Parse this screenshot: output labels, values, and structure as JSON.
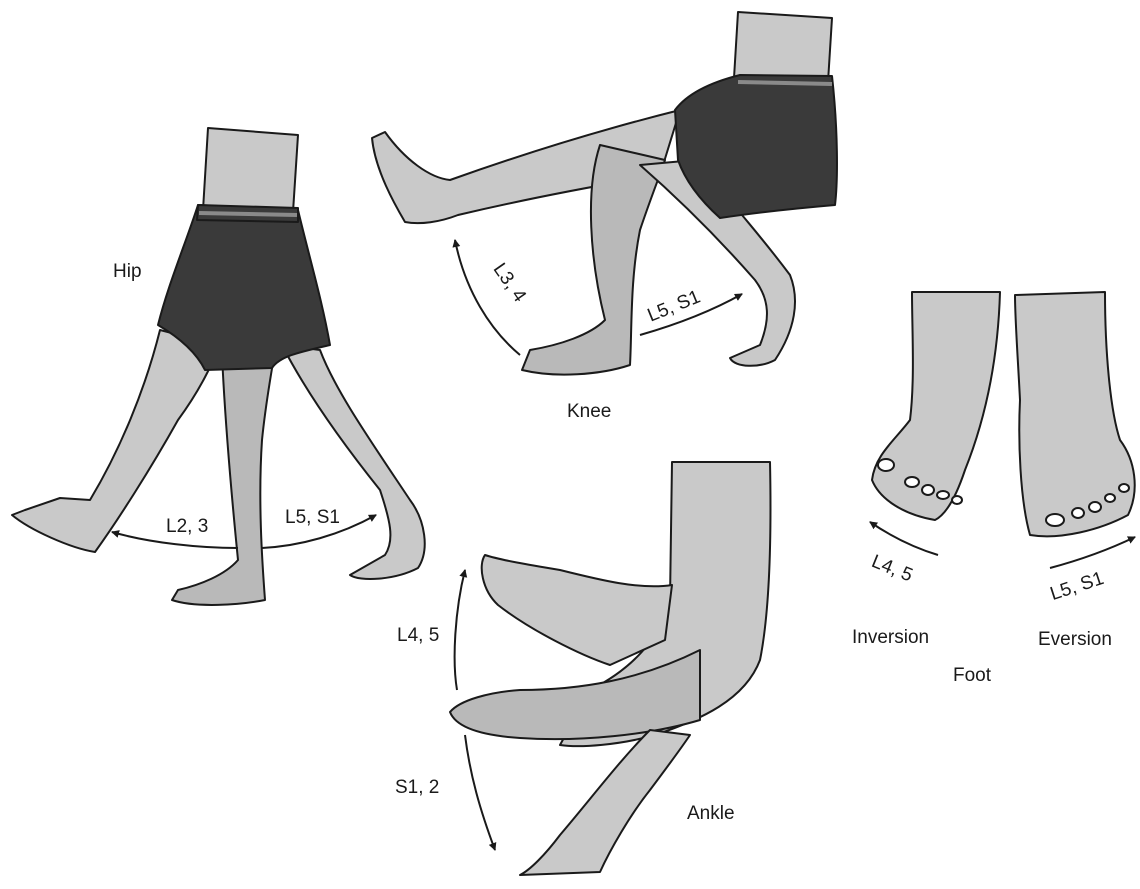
{
  "panels": {
    "hip": {
      "title": "Hip",
      "left_arrow_label": "L2, 3",
      "right_arrow_label": "L5, S1"
    },
    "knee": {
      "title": "Knee",
      "flexion_label": "L3, 4",
      "extension_label": "L5, S1"
    },
    "ankle": {
      "title": "Ankle",
      "up_label": "L4, 5",
      "down_label": "S1, 2"
    },
    "foot": {
      "title": "Foot",
      "inversion_title": "Inversion",
      "eversion_title": "Eversion",
      "inversion_label": "L4, 5",
      "eversion_label": "L5, S1"
    }
  },
  "colors": {
    "skin": "#c9c9c9",
    "skin_shade": "#a8a8a8",
    "shorts": "#3a3a3a",
    "waistband": "#8a8a8a",
    "ink": "#1a1a1a"
  }
}
